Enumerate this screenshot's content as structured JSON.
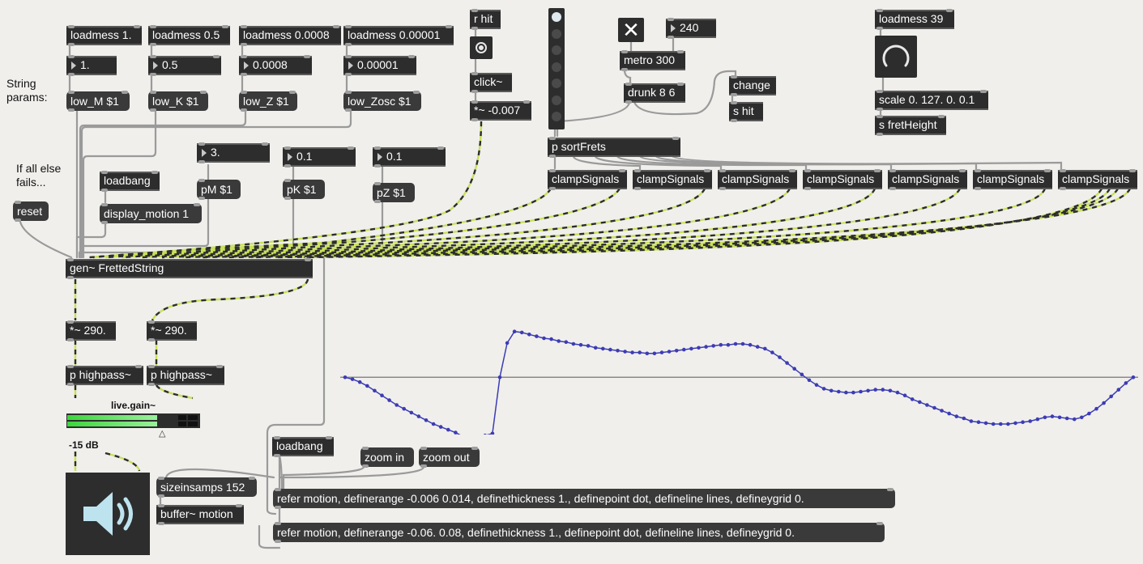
{
  "objects": {
    "loadmess_m": "loadmess 1.",
    "loadmess_k": "loadmess 0.5",
    "loadmess_z": "loadmess 0.0008",
    "loadmess_zosc": "loadmess 0.00001",
    "num_m": "1.",
    "num_k": "0.5",
    "num_z": "0.0008",
    "num_zosc": "0.00001",
    "msg_low_m": "low_M $1",
    "msg_low_k": "low_K $1",
    "msg_low_z": "low_Z $1",
    "msg_low_zosc": "low_Zosc $1",
    "loadbang_display": "loadbang",
    "msg_display_motion": "display_motion 1",
    "msg_reset": "reset",
    "num_pm": "3.",
    "num_pk": "0.1",
    "num_pz": "0.1",
    "msg_pm": "pM $1",
    "msg_pk": "pK $1",
    "msg_pz": "pZ $1",
    "r_hit": "r hit",
    "click": "click~",
    "times_click": "*~ -0.007",
    "num_tempo": "240",
    "metro": "metro 300",
    "drunk": "drunk 8 6",
    "change": "change",
    "s_hit": "s hit",
    "p_sortfrets": "p sortFrets",
    "clamp_signals": [
      "clampSignals",
      "clampSignals",
      "clampSignals",
      "clampSignals",
      "clampSignals",
      "clampSignals",
      "clampSignals"
    ],
    "loadmess_39": "loadmess 39",
    "scale": "scale 0. 127. 0. 0.1",
    "s_fretheight": "s fretHeight",
    "gen": "gen~ FrettedString",
    "times_left": "*~ 290.",
    "times_right": "*~ 290.",
    "highpass_left": "p highpass~",
    "highpass_right": "p highpass~",
    "loadbang_scope": "loadbang",
    "zoom_in": "zoom in",
    "zoom_out": "zoom out",
    "sizeinsamps": "sizeinsamps 152",
    "buffer_motion": "buffer~ motion",
    "refer_zoom_in": "refer motion, definerange -0.006 0.014, definethickness 1., definepoint dot, defineline lines, defineygrid 0.",
    "refer_zoom_out": "refer motion, definerange -0.06. 0.08, definethickness 1., definepoint dot, defineline lines, defineygrid 0."
  },
  "comments": {
    "string_params": "String\nparams:",
    "if_all_else_fails": "If all else\nfails..."
  },
  "gain": {
    "label": "live.gain~",
    "value": "-15 dB",
    "level_fraction": 0.82
  },
  "radio": {
    "count": 7,
    "selected": 0
  },
  "icons": {
    "toggle": "close-x-icon",
    "speaker": "speaker-icon",
    "bang": "bang-circle-icon",
    "dial": "dial-icon"
  },
  "colors": {
    "background": "#f0efec",
    "object": "#2d2d2d",
    "signal_cord": "#c8e05a",
    "control_cord": "#9a9a9a",
    "scope_line": "#3c3cb4",
    "scope_axis": "#8a8a8a",
    "meter_green": "#5fe05f"
  },
  "scope": {
    "ylim": [
      -0.06,
      0.08
    ],
    "values": [
      0.0,
      -0.002,
      -0.005,
      -0.009,
      -0.014,
      -0.019,
      -0.024,
      -0.029,
      -0.033,
      -0.037,
      -0.041,
      -0.045,
      -0.049,
      -0.052,
      -0.055,
      -0.058,
      -0.062,
      -0.063,
      -0.062,
      -0.061,
      -0.059,
      0.0,
      0.036,
      0.048,
      0.047,
      0.045,
      0.043,
      0.041,
      0.04,
      0.038,
      0.037,
      0.035,
      0.034,
      0.033,
      0.031,
      0.03,
      0.029,
      0.028,
      0.027,
      0.026,
      0.026,
      0.025,
      0.025,
      0.026,
      0.027,
      0.028,
      0.029,
      0.03,
      0.031,
      0.032,
      0.033,
      0.034,
      0.034,
      0.035,
      0.035,
      0.034,
      0.032,
      0.03,
      0.026,
      0.021,
      0.015,
      0.009,
      0.003,
      -0.003,
      -0.008,
      -0.012,
      -0.014,
      -0.015,
      -0.016,
      -0.016,
      -0.015,
      -0.014,
      -0.013,
      -0.013,
      -0.014,
      -0.016,
      -0.019,
      -0.023,
      -0.026,
      -0.029,
      -0.032,
      -0.035,
      -0.038,
      -0.041,
      -0.043,
      -0.046,
      -0.047,
      -0.048,
      -0.049,
      -0.049,
      -0.049,
      -0.048,
      -0.047,
      -0.046,
      -0.044,
      -0.042,
      -0.041,
      -0.042,
      -0.043,
      -0.044,
      -0.042,
      -0.038,
      -0.033,
      -0.027,
      -0.02,
      -0.013,
      -0.006,
      0.0
    ]
  }
}
